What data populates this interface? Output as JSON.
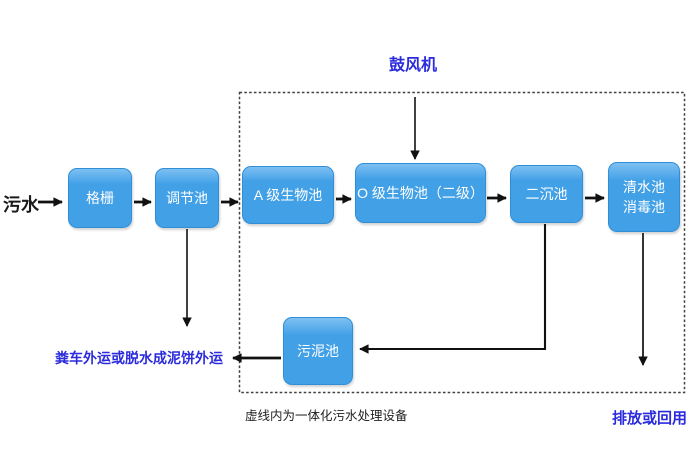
{
  "diagram": {
    "kind": "process-flow",
    "labels": {
      "inflow": "污水",
      "blower": "鼓风机",
      "sludge_out": "粪车外运或脱水成泥饼外运",
      "dashed_caption": "虚线内为一体化污水处理设备",
      "outflow": "排放或回用"
    },
    "nodes": [
      {
        "id": "grille",
        "label": "格栅"
      },
      {
        "id": "regulating-tank",
        "label": "调节池"
      },
      {
        "id": "a-bio-tank",
        "label": "A 级生物池"
      },
      {
        "id": "o-bio-tank",
        "label": "O 级生物池（二级）"
      },
      {
        "id": "secondary-sed",
        "label": "二沉池"
      },
      {
        "id": "clear-disinfect",
        "label": "清水池\n消毒池"
      },
      {
        "id": "sludge-tank",
        "label": "污泥池"
      }
    ],
    "edges": [
      "污水 → 格栅",
      "格栅 → 调节池",
      "调节池 → A 级生物池",
      "A 级生物池 → O 级生物池（二级）",
      "O 级生物池（二级） → 二沉池",
      "二沉池 → 清水池消毒池",
      "鼓风机 → O 级生物池（二级）",
      "调节池 → 粪车外运或脱水成泥饼外运",
      "二沉池 → 污泥池",
      "污泥池 → 粪车外运或脱水成泥饼外运",
      "清水池消毒池 → 排放或回用"
    ],
    "colors": {
      "node_fill": "#42a0e7",
      "node_fill_light": "#7ec0f2",
      "node_border": "#2f8ed8",
      "blue_text": "#2b2bdd",
      "black_text": "#1a1a1a",
      "line_color": "#111111",
      "dash_color": "#404040"
    }
  }
}
